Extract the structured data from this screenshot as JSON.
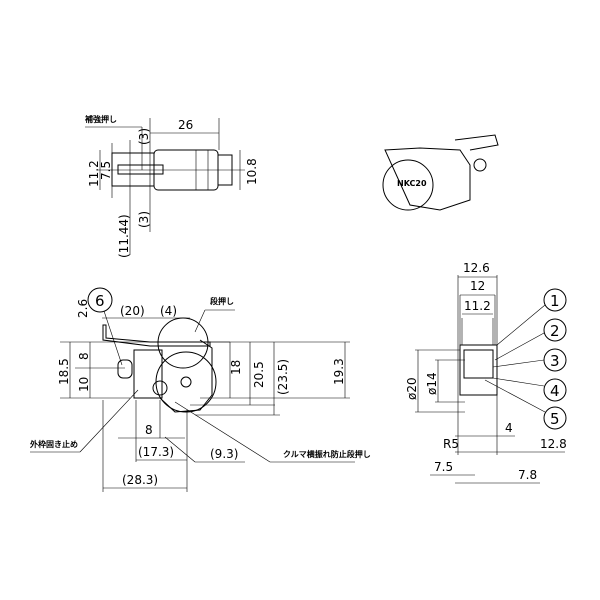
{
  "top_view": {
    "note": "補強押し",
    "dims": {
      "width": "26",
      "height_outer": "11.2",
      "height_inner": "7.5",
      "height_right": "10.8",
      "gap_top": "(3)",
      "gap_bottom": "(3)",
      "offset": "(11.44)"
    }
  },
  "iso_view": {
    "label": "NKC20"
  },
  "side_view": {
    "callout": "6",
    "note_step": "段押し",
    "note_frame": "外枠固き止め",
    "note_wheel": "クルマ横振れ防止段押し",
    "dims": {
      "top_gap": "2.6",
      "len20": "(20)",
      "len4": "(4)",
      "h18_5": "18.5",
      "h8": "8",
      "h10": "10",
      "h18": "18",
      "h20_5": "20.5",
      "h23_5": "(23.5)",
      "h19_3": "19.3",
      "b8": "8",
      "b17_3": "(17.3)",
      "b9_3": "(9.3)",
      "b28_3": "(28.3)"
    }
  },
  "front_view": {
    "callouts": [
      "1",
      "2",
      "3",
      "4",
      "5"
    ],
    "dims": {
      "w12_6": "12.6",
      "w12": "12",
      "w11_2": "11.2",
      "d20": "ø20",
      "d14": "ø14",
      "r5": "R5",
      "v4": "4",
      "v12_8": "12.8",
      "v7_5": "7.5",
      "v7_8": "7.8"
    }
  }
}
